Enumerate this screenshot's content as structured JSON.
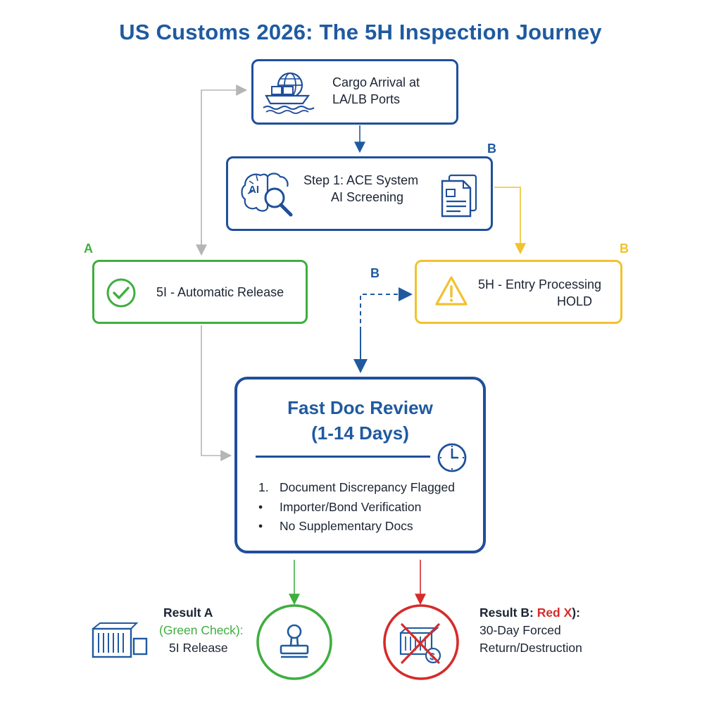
{
  "title": "US Customs 2026: The 5H Inspection Journey",
  "nodes": {
    "arrival": {
      "line1": "Cargo Arrival at",
      "line2": "LA/LB Ports"
    },
    "screening": {
      "line1": "Step 1: ACE System",
      "line2": "AI Screening"
    },
    "release": {
      "text": "5I - Automatic Release"
    },
    "hold": {
      "line1": "5H - Entry Processing",
      "line2": "HOLD"
    },
    "review": {
      "title_line1": "Fast Doc Review",
      "title_line2": "(1-14 Days)",
      "items": [
        {
          "marker": "1.",
          "text": "Document Discrepancy Flagged"
        },
        {
          "marker": "•",
          "text": "Importer/Bond Verification"
        },
        {
          "marker": "•",
          "text": "No Supplementary Docs"
        }
      ]
    }
  },
  "branch_labels": {
    "a": "A",
    "b_screen": "B",
    "b_hold": "B",
    "b_dashed": "B"
  },
  "results": {
    "a": {
      "line1": "Result A",
      "line2": "(Green Check):",
      "line3": "5I Release"
    },
    "b": {
      "line1_prefix": "Result B: ",
      "line1_red": "Red X",
      "line1_suffix": "):",
      "line2": "30-Day Forced",
      "line3": "Return/Destruction"
    }
  },
  "colors": {
    "blue": "#1f4f9a",
    "title_blue": "#1f5aa0",
    "green": "#3fae3f",
    "yellow": "#f0c22e",
    "red": "#d62b2b",
    "gray": "#b5b5b5"
  }
}
